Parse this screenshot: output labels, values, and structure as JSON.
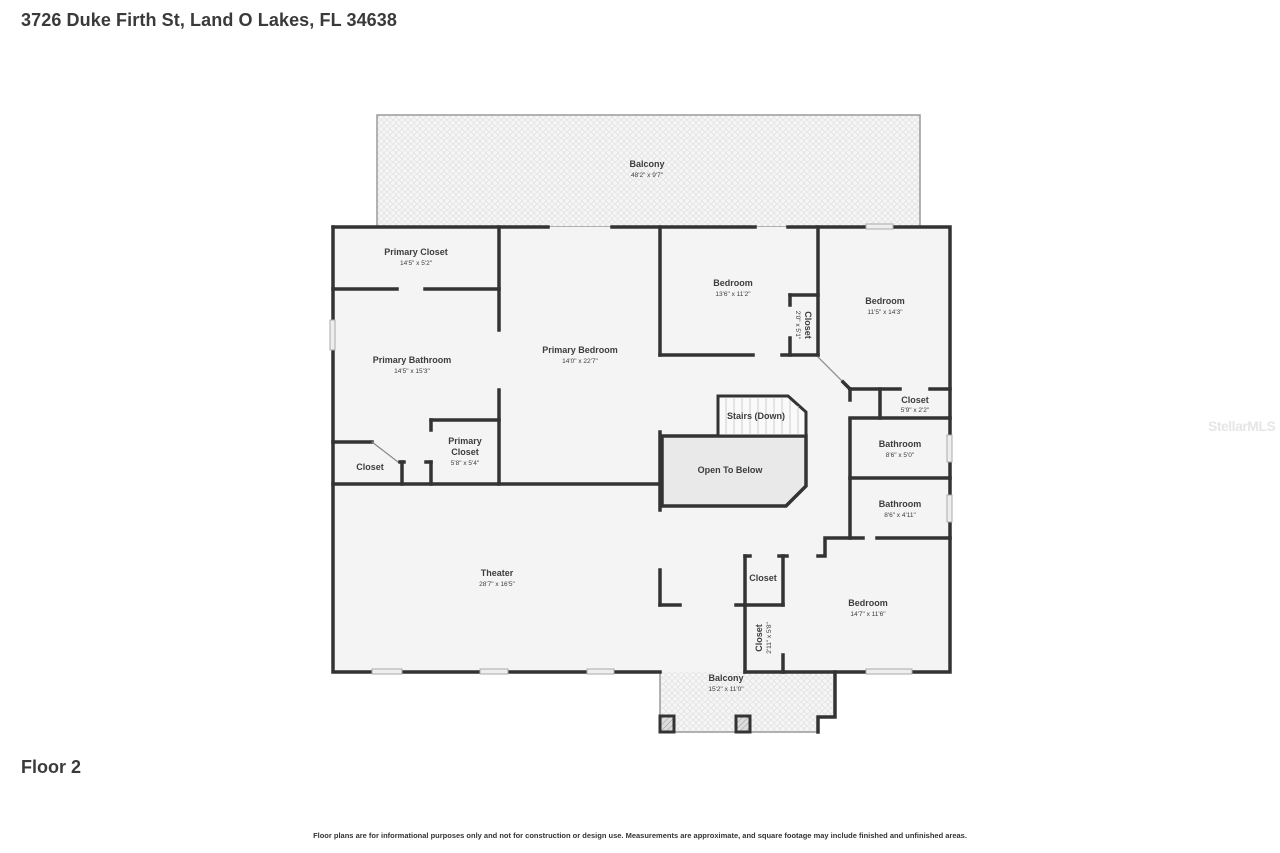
{
  "header": {
    "address": "3726 Duke Firth St, Land O Lakes, FL 34638"
  },
  "floor": {
    "label": "Floor 2"
  },
  "footer": {
    "disclaimer": "Floor plans are for informational purposes only and not for construction or design use. Measurements are approximate, and square footage may include finished and unfinished areas."
  },
  "watermark": {
    "text": "StellarMLS"
  },
  "colors": {
    "wall": "#333333",
    "floor": "#f4f4f4",
    "balcony_pattern": "#e2e2e2",
    "open_below": "#e9e9e9"
  },
  "rooms": {
    "balcony_top": {
      "name": "Balcony",
      "dims": "48'2\" x 9'7\""
    },
    "primary_closet_top": {
      "name": "Primary Closet",
      "dims": "14'5\" x 5'2\""
    },
    "primary_bedroom": {
      "name": "Primary Bedroom",
      "dims": "14'0\" x 22'7\""
    },
    "bedroom_1": {
      "name": "Bedroom",
      "dims": "13'6\" x 11'2\""
    },
    "closet_1": {
      "name": "Closet",
      "dims": "2'0\" x 5'1\""
    },
    "bedroom_2": {
      "name": "Bedroom",
      "dims": "11'5\" x 14'3\""
    },
    "primary_bathroom": {
      "name": "Primary Bathroom",
      "dims": "14'5\" x 15'3\""
    },
    "stairs": {
      "name": "Stairs (Down)"
    },
    "closet_2": {
      "name": "Closet",
      "dims": "5'9\" x 2'2\""
    },
    "bathroom_1": {
      "name": "Bathroom",
      "dims": "8'6\" x 5'0\""
    },
    "open_to_below": {
      "name": "Open To Below"
    },
    "closet_small": {
      "name": "Closet"
    },
    "primary_closet_small": {
      "name_line1": "Primary",
      "name_line2": "Closet",
      "dims": "5'8\" x 5'4\""
    },
    "bathroom_2": {
      "name": "Bathroom",
      "dims": "8'6\" x 4'11\""
    },
    "theater": {
      "name": "Theater",
      "dims": "28'7\" x 16'5\""
    },
    "closet_3": {
      "name": "Closet"
    },
    "bedroom_3": {
      "name": "Bedroom",
      "dims": "14'7\" x 11'6\""
    },
    "closet_4": {
      "name": "Closet",
      "dims": "2'11\" x 5'8\""
    },
    "balcony_bottom": {
      "name": "Balcony",
      "dims": "15'2\" x 11'0\""
    }
  }
}
